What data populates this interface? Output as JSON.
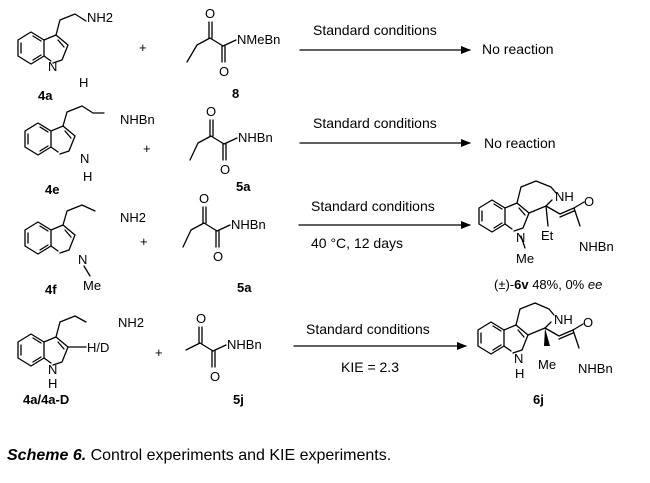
{
  "rows": [
    {
      "reactant1": {
        "name": "4a",
        "substituent": "NH2",
        "ring_nh": "H"
      },
      "plus": "+",
      "reactant2": {
        "name": "8",
        "amide": "NMeBn"
      },
      "conditions_above": "Standard conditions",
      "conditions_below": "",
      "outcome": "No reaction"
    },
    {
      "reactant1": {
        "name": "4e",
        "substituent": "NHBn",
        "ring_nh": "H"
      },
      "plus": "+",
      "reactant2": {
        "name": "5a",
        "amide": "NHBn"
      },
      "conditions_above": "Standard conditions",
      "conditions_below": "",
      "outcome": "No reaction"
    },
    {
      "reactant1": {
        "name": "4f",
        "substituent": "NH2",
        "ring_n_sub": "Me"
      },
      "plus": "+",
      "reactant2": {
        "name": "5a",
        "amide": "NHBn"
      },
      "conditions_above": "Standard conditions",
      "conditions_below": "40 °C, 12 days",
      "product": {
        "nh": "NH",
        "n_sub": "Me",
        "alkyl": "Et",
        "amide": "NHBn",
        "o": "O",
        "label_prefix": "(±)-",
        "name": "6v",
        "yield": " 48%, 0% ",
        "ee": "ee"
      }
    },
    {
      "reactant1": {
        "name": "4a/4a-D",
        "substituent": "NH2",
        "ring_nh": "H",
        "hd": "H/D"
      },
      "plus": "+",
      "reactant2": {
        "name": "5j",
        "amide": "NHBn"
      },
      "conditions_above": "Standard conditions",
      "conditions_below": "KIE = 2.3",
      "product": {
        "nh": "NH",
        "ring_nh": "H",
        "alkyl": "Me",
        "amide": "NHBn",
        "o": "O",
        "name": "6j"
      }
    }
  ],
  "atoms": {
    "carbonyl_o": "O",
    "nitrogen": "N"
  },
  "caption": {
    "title": "Scheme 6.",
    "text": " Control experiments and KIE experiments."
  }
}
